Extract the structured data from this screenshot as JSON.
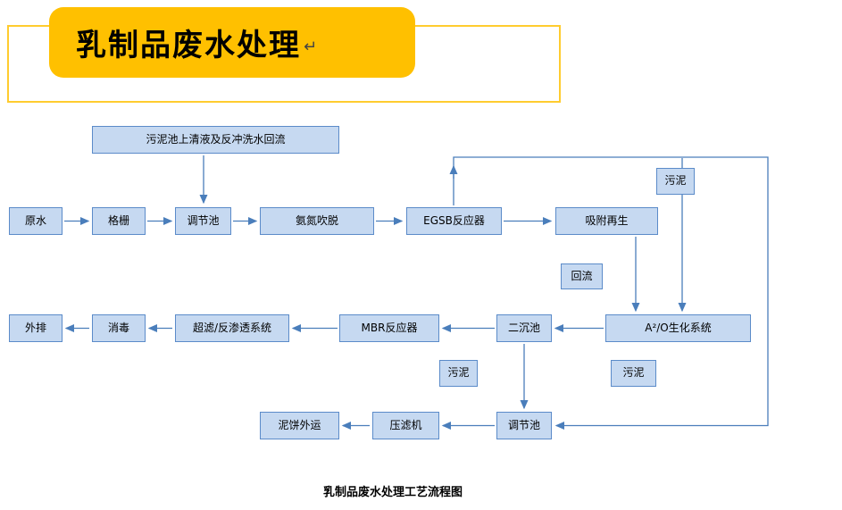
{
  "banner": {
    "title": "乳制品废水处理",
    "return_mark": "↵"
  },
  "caption": "乳制品废水处理工艺流程图",
  "colors": {
    "banner_fill": "#FFC000",
    "banner_box_border": "#FFCC2F",
    "node_fill": "#C6D9F1",
    "node_border": "#5B8BC9",
    "arrow": "#4A7EBB"
  },
  "nodes": [
    {
      "id": "sludge-supernatant-return",
      "label": "污泥池上清液及反冲洗水回流"
    },
    {
      "id": "raw-water",
      "label": "原水"
    },
    {
      "id": "bar-screen",
      "label": "格栅"
    },
    {
      "id": "regulating-tank",
      "label": "调节池"
    },
    {
      "id": "ammonia-stripping",
      "label": "氨氮吹脱"
    },
    {
      "id": "egsb-reactor",
      "label": "EGSB反应器"
    },
    {
      "id": "adsorption-regeneration",
      "label": "吸附再生"
    },
    {
      "id": "sludge-top",
      "label": "污泥"
    },
    {
      "id": "reflux",
      "label": "回流"
    },
    {
      "id": "discharge",
      "label": "外排"
    },
    {
      "id": "disinfection",
      "label": "消毒"
    },
    {
      "id": "uf-ro-system",
      "label": "超滤/反渗透系统"
    },
    {
      "id": "mbr-reactor",
      "label": "MBR反应器"
    },
    {
      "id": "secondary-clarifier",
      "label": "二沉池"
    },
    {
      "id": "aao-bio-system",
      "label": "A²/O生化系统"
    },
    {
      "id": "sludge-mid",
      "label": "污泥"
    },
    {
      "id": "sludge-right",
      "label": "污泥"
    },
    {
      "id": "sludge-cake-transport",
      "label": "泥饼外运"
    },
    {
      "id": "filter-press",
      "label": "压滤机"
    },
    {
      "id": "sludge-regulating-tank",
      "label": "调节池"
    }
  ],
  "edges": [
    "原水 → 格栅",
    "格栅 → 调节池",
    "调节池 → 氨氮吹脱",
    "氨氮吹脱 → EGSB反应器",
    "EGSB反应器 → 吸附再生",
    "污泥池上清液及反冲洗水回流 → 调节池",
    "吸附再生 → A²/O生化系统",
    "污泥 → A²/O生化系统",
    "A²/O生化系统 → 二沉池",
    "二沉池 → MBR反应器",
    "MBR反应器 → 超滤/反渗透系统",
    "超滤/反渗透系统 → 消毒",
    "消毒 → 外排",
    "二沉池 → 调节池",
    "调节池 → 压滤机",
    "压滤机 → 泥饼外运",
    "EGSB反应器 → (回流线) → 调节池"
  ]
}
